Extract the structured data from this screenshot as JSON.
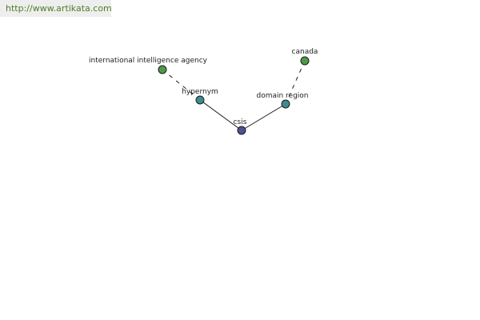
{
  "source": {
    "url_text": "http://www.artikata.com"
  },
  "graph": {
    "nodes": {
      "csis": {
        "label": "csis",
        "color": "#4b5394"
      },
      "hypernym": {
        "label": "hypernym",
        "color": "#3d8b8f"
      },
      "domain_region": {
        "label": "domain region",
        "color": "#3d8b8f"
      },
      "intelligence_agency": {
        "label": "international intelligence agency",
        "color": "#4f9a4a"
      },
      "canada": {
        "label": "canada",
        "color": "#4f9a4a"
      }
    },
    "edges": [
      {
        "from": "hypernym",
        "to": "csis",
        "style": "solid"
      },
      {
        "from": "domain_region",
        "to": "csis",
        "style": "solid"
      },
      {
        "from": "intelligence_agency",
        "to": "hypernym",
        "style": "dashed"
      },
      {
        "from": "canada",
        "to": "domain_region",
        "style": "dashed"
      }
    ]
  }
}
